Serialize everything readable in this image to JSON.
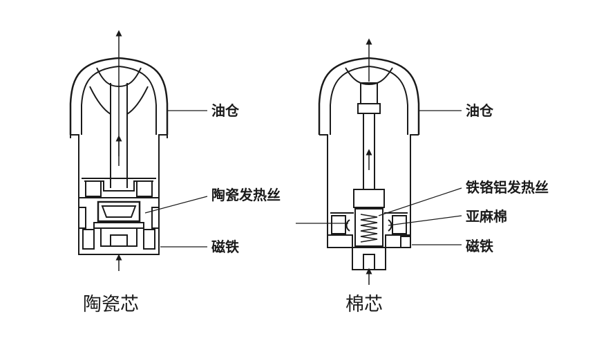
{
  "left_diagram": {
    "caption": "陶瓷芯",
    "labels": {
      "oil_tank": "油仓",
      "heating_wire": "陶瓷发热丝",
      "magnet": "磁铁"
    }
  },
  "right_diagram": {
    "caption": "棉芯",
    "labels": {
      "oil_tank": "油仓",
      "heating_wire": "铁铬铝发热丝",
      "cotton": "亚麻棉",
      "magnet": "磁铁"
    }
  },
  "colors": {
    "stroke": "#1a1a1a",
    "background": "#ffffff"
  }
}
